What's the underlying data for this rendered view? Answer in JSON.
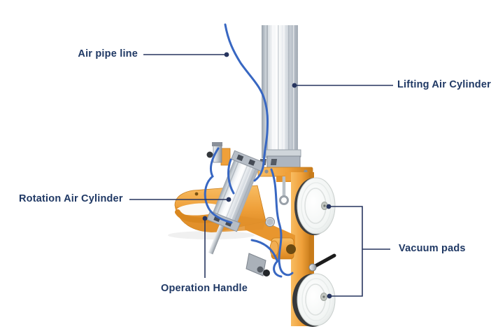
{
  "diagram": {
    "subject": "vacuum-lifter-machine",
    "labels": {
      "air_pipe_line": "Air pipe line",
      "lifting_air_cylinder": "Lifting Air Cylinder",
      "rotation_air_cylinder": "Rotation Air Cylinder",
      "operation_handle": "Operation Handle",
      "vacuum_pads": "Vacuum pads"
    },
    "colors": {
      "background": "#ffffff",
      "label_text": "#1f3864",
      "leader_line": "#27355f",
      "frame_orange": "#efa03a",
      "frame_orange_dark": "#c87c1b",
      "pipe_blue": "#3867c2",
      "cylinder_aluminum": "#d7dde2",
      "pad_white": "#f4f6f5"
    }
  }
}
